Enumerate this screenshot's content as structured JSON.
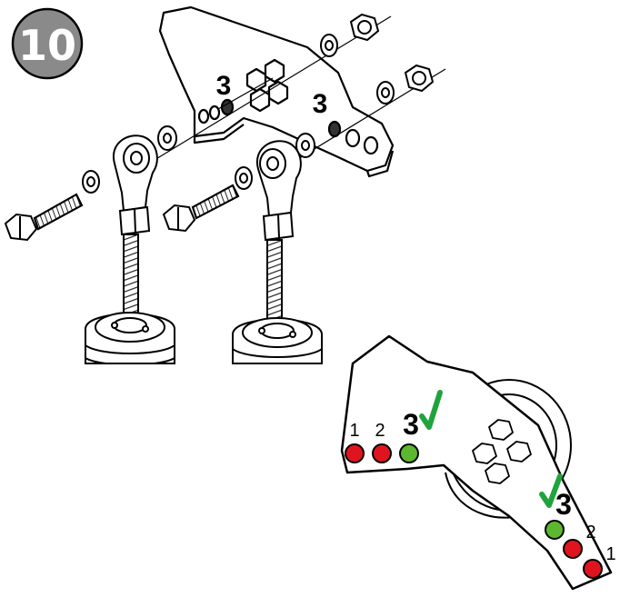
{
  "step": {
    "number": "10"
  },
  "exploded_view": {
    "hole_label_left": "3",
    "hole_label_right": "3"
  },
  "detail_view": {
    "left_holes": {
      "labels": [
        "1",
        "2",
        "3"
      ],
      "selected": "3"
    },
    "right_holes": {
      "labels": [
        "3",
        "2",
        "1"
      ],
      "selected": "3"
    }
  },
  "colors": {
    "step_badge": "#8a8a8a",
    "hole_unselected": "#e0141e",
    "hole_selected": "#5cb82e",
    "checkmark": "#1fa33c",
    "selected_hole_dark": "#333333"
  }
}
